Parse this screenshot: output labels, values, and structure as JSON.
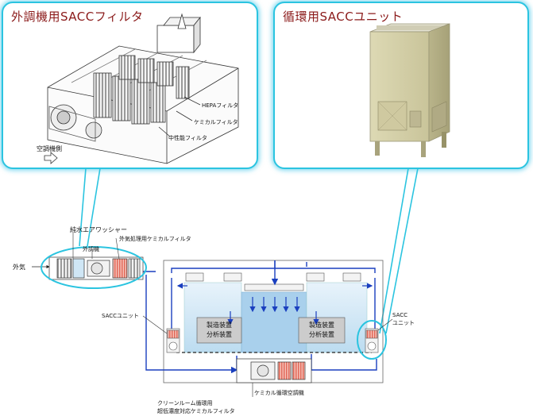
{
  "left_callout": {
    "title": "外調機用SACCフィルタ",
    "labels": {
      "hepa": "HEPAフィルタ",
      "chemical": "ケミカルフィルタ",
      "medium": "中性能フィルタ",
      "ac_side": "空調機側"
    }
  },
  "right_callout": {
    "title": "循環用SACCユニット"
  },
  "diagram": {
    "labels": {
      "air_washer": "純水エアワッシャー",
      "oa_chemical": "外気処理用ケミカルフィルタ",
      "oa_unit": "外調機",
      "outside_air": "外気",
      "sacc_unit_left": "SACCユニット",
      "sacc_unit_right_line1": "SACC",
      "sacc_unit_right_line2": "ユニット",
      "mfg_left_line1": "製造装置",
      "mfg_left_line2": "分析装置",
      "mfg_right_line1": "製造装置",
      "mfg_right_line2": "分析装置",
      "chem_ac": "ケミカル循環空調機",
      "note_line1": "クリーンルーム循環用",
      "note_line2": "超低濃度対応ケミカルフィルタ"
    }
  },
  "colors": {
    "callout_border": "#2bc4e0",
    "title_text": "#8b1a1a",
    "duct_blue": "#1a3fbf",
    "clean_zone": "#cfe6f5",
    "filter_red": "#e26a5a",
    "unit_beige": "#d8d3a8"
  }
}
